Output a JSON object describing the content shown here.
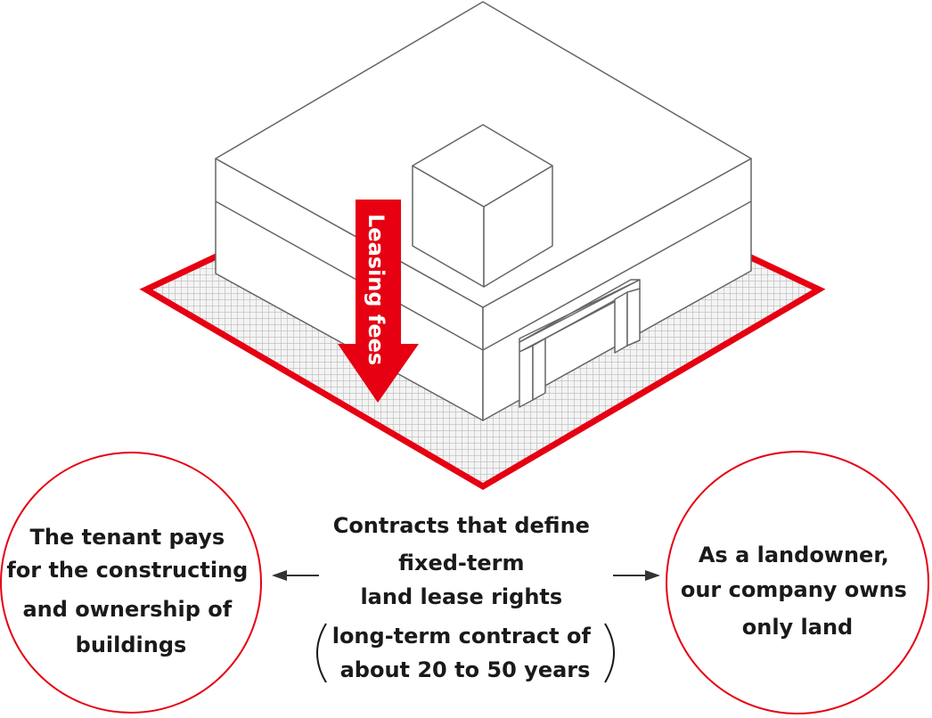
{
  "arrow_label": "Leasing fees",
  "tenant": {
    "lines": [
      "The tenant pays",
      "for the constructing",
      "and ownership of",
      "buildings"
    ]
  },
  "contract": {
    "lines": [
      "Contracts that define",
      "fixed-term",
      "land lease rights"
    ],
    "note_lines": [
      "long-term contract of",
      "about 20 to 50 years"
    ]
  },
  "landowner": {
    "lines": [
      "As a landowner,",
      "our company owns",
      "only land"
    ]
  },
  "colors": {
    "accent": "#e60012",
    "outline": "#555555",
    "text": "#1a1a1a"
  }
}
